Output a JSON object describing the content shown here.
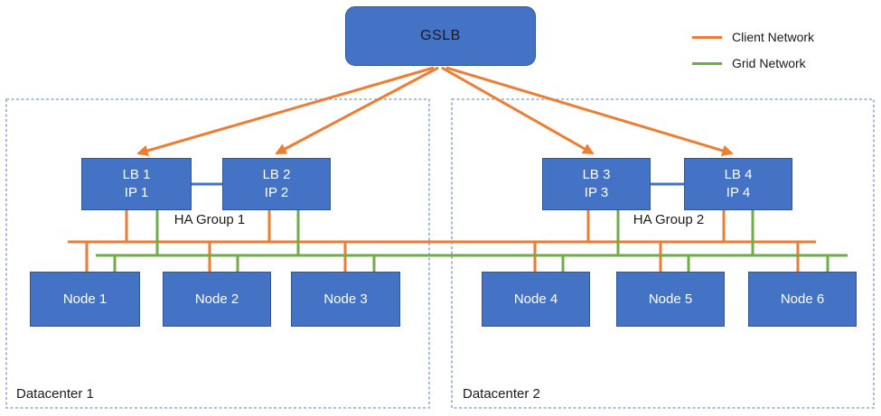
{
  "colors": {
    "client": "#ED7D31",
    "grid": "#70AD47",
    "box_fill": "#4472C4",
    "box_border": "#2F5597",
    "connector": "#4472C4",
    "dc_border": "#8EAADB",
    "text_dark": "#1A1A1A",
    "text_light": "#FFFFFF"
  },
  "gslb": {
    "label": "GSLB"
  },
  "legend": {
    "items": [
      {
        "id": "client-network",
        "label": "Client Network",
        "color": "#ED7D31"
      },
      {
        "id": "grid-network",
        "label": "Grid Network",
        "color": "#70AD47"
      }
    ]
  },
  "datacenters": [
    {
      "label": "Datacenter 1",
      "ha_group": "HA Group 1",
      "load_balancers": [
        {
          "line1": "LB 1",
          "line2": "IP 1"
        },
        {
          "line1": "LB 2",
          "line2": "IP 2"
        }
      ],
      "nodes": [
        "Node 1",
        "Node 2",
        "Node 3"
      ]
    },
    {
      "label": "Datacenter 2",
      "ha_group": "HA Group 2",
      "load_balancers": [
        {
          "line1": "LB 3",
          "line2": "IP 3"
        },
        {
          "line1": "LB 4",
          "line2": "IP 4"
        }
      ],
      "nodes": [
        "Node 4",
        "Node 5",
        "Node 6"
      ]
    }
  ]
}
